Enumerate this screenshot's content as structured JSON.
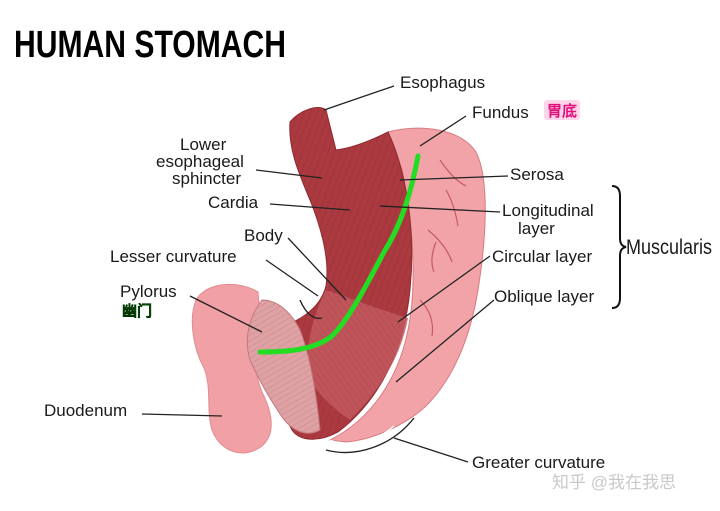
{
  "title": "HUMAN STOMACH",
  "labels": {
    "esophagus": "Esophagus",
    "fundus": "Fundus",
    "fundus_cn": "胃底",
    "lower_es_1": "Lower",
    "lower_es_2": "esophageal",
    "lower_es_3": "sphincter",
    "cardia": "Cardia",
    "body": "Body",
    "lesser_curvature": "Lesser curvature",
    "pylorus": "Pylorus",
    "pylorus_cn": "幽门",
    "duodenum": "Duodenum",
    "serosa": "Serosa",
    "longitudinal_1": "Longitudinal",
    "longitudinal_2": "layer",
    "circular": "Circular layer",
    "oblique": "Oblique layer",
    "muscularis": "Muscularis",
    "greater_curvature": "Greater curvature"
  },
  "watermark": "知乎 @我在我思",
  "colors": {
    "muscle_dark": "#a8353b",
    "muscle_mid": "#b84a50",
    "serosa_pink": "#f2a3a8",
    "duodenum_pink": "#f1a1a6",
    "highlight_green": "#22dd22",
    "tag_pink": "#ffd6ea",
    "tag_pink_text": "#e0107a",
    "tag_green_text": "#1ad81a"
  }
}
